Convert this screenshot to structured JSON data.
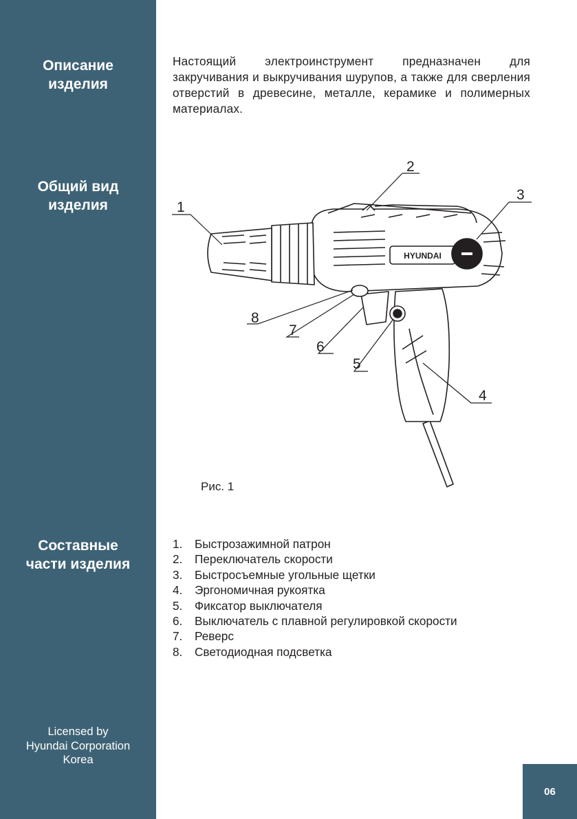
{
  "sidebar": {
    "heading_description": [
      "Описание",
      "изделия"
    ],
    "heading_view": [
      "Общий вид",
      "изделия"
    ],
    "heading_parts": [
      "Составные",
      "части изделия"
    ],
    "licensed": [
      "Licensed by",
      "Hyundai Corporation",
      "Korea"
    ]
  },
  "description": "Настоящий электроинструмент предназначен для закручивания и выкручивания шурупов, а также для сверления отверстий в древесине, металле, керамике и полимерных материалах.",
  "figure": {
    "brand": "HYUNDAI",
    "caption": "Рис. 1",
    "callouts": [
      "1",
      "2",
      "3",
      "4",
      "5",
      "6",
      "7",
      "8"
    ]
  },
  "parts": [
    {
      "num": "1.",
      "label": "Быстрозажимной патрон"
    },
    {
      "num": "2.",
      "label": "Переключатель скорости"
    },
    {
      "num": "3.",
      "label": "Быстросъемные угольные щетки"
    },
    {
      "num": "4.",
      "label": "Эргономичная рукоятка"
    },
    {
      "num": "5.",
      "label": "Фиксатор выключателя"
    },
    {
      "num": "6.",
      "label": "Выключатель с плавной регулировкой скорости"
    },
    {
      "num": "7.",
      "label": "Реверс"
    },
    {
      "num": "8.",
      "label": "Светодиодная подсветка"
    }
  ],
  "page_number": "06",
  "colors": {
    "sidebar": "#3e6275",
    "text": "#231f20",
    "white": "#ffffff"
  }
}
